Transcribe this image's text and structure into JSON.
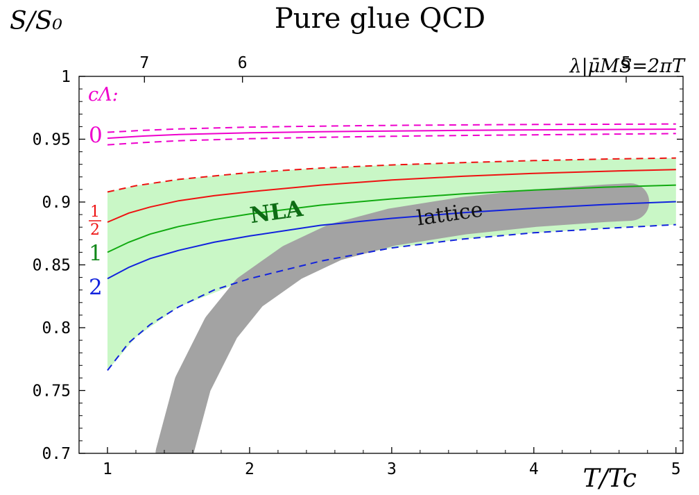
{
  "chart_data": {
    "type": "line",
    "title": "Pure glue QCD",
    "ylabel": "S/S₀",
    "xlabel": "T/Tc",
    "top_axis_label": "λ|μ̄MS=2πT",
    "xlim": [
      0.8,
      5.05
    ],
    "ylim": [
      0.7,
      1.0
    ],
    "x_ticks": [
      1,
      2,
      3,
      4,
      5
    ],
    "y_ticks": [
      0.7,
      0.75,
      0.8,
      0.85,
      0.9,
      0.95,
      1
    ],
    "y_tick_labels": [
      "0.7",
      "0.75",
      "0.8",
      "0.85",
      "0.9",
      "0.95",
      "1"
    ],
    "top_ticks": [
      {
        "label": "7",
        "x": 1.26
      },
      {
        "label": "6",
        "x": 1.95
      },
      {
        "label": "5",
        "x": 4.65
      }
    ],
    "legend_title": "cΛ:",
    "series": [
      {
        "name": "0",
        "color": "#ee00cc",
        "style": "solid",
        "x": [
          1.0,
          1.25,
          1.5,
          2.0,
          2.5,
          3.0,
          3.5,
          4.0,
          4.5,
          5.0
        ],
        "values": [
          0.9508,
          0.9525,
          0.9537,
          0.9551,
          0.9559,
          0.9565,
          0.957,
          0.9574,
          0.9577,
          0.958
        ]
      },
      {
        "name": "0 upper",
        "color": "#ee00cc",
        "style": "dashed",
        "x": [
          1.0,
          1.25,
          1.5,
          2.0,
          2.5,
          3.0,
          3.5,
          4.0,
          4.5,
          5.0
        ],
        "values": [
          0.9555,
          0.957,
          0.9582,
          0.9596,
          0.9604,
          0.961,
          0.9614,
          0.9617,
          0.9619,
          0.9621
        ]
      },
      {
        "name": "0 lower",
        "color": "#ee00cc",
        "style": "dashed",
        "x": [
          1.0,
          1.25,
          1.5,
          2.0,
          2.5,
          3.0,
          3.5,
          4.0,
          4.5,
          5.0
        ],
        "values": [
          0.9455,
          0.9473,
          0.9488,
          0.9504,
          0.9515,
          0.9523,
          0.953,
          0.9535,
          0.954,
          0.9545
        ]
      },
      {
        "name": "1/2",
        "color": "#ee1111",
        "style": "solid",
        "x": [
          1.0,
          1.15,
          1.3,
          1.5,
          1.75,
          2.0,
          2.5,
          3.0,
          3.5,
          4.0,
          4.5,
          5.0
        ],
        "values": [
          0.884,
          0.8912,
          0.896,
          0.901,
          0.905,
          0.9082,
          0.9135,
          0.9175,
          0.9205,
          0.9228,
          0.9245,
          0.9258
        ]
      },
      {
        "name": "1/2 upper",
        "color": "#ee1111",
        "style": "dashed",
        "x": [
          1.0,
          1.2,
          1.5,
          2.0,
          2.5,
          3.0,
          3.5,
          4.0,
          4.5,
          5.0
        ],
        "values": [
          0.908,
          0.913,
          0.918,
          0.9235,
          0.927,
          0.9295,
          0.9314,
          0.933,
          0.9342,
          0.935
        ]
      },
      {
        "name": "1",
        "color": "#11aa11",
        "style": "solid",
        "x": [
          1.0,
          1.15,
          1.3,
          1.5,
          1.75,
          2.0,
          2.5,
          3.0,
          3.5,
          4.0,
          4.5,
          5.0
        ],
        "values": [
          0.86,
          0.868,
          0.8745,
          0.8805,
          0.886,
          0.8905,
          0.8975,
          0.9025,
          0.9065,
          0.9095,
          0.9118,
          0.9135
        ]
      },
      {
        "name": "2",
        "color": "#1122dd",
        "style": "solid",
        "x": [
          1.0,
          1.15,
          1.3,
          1.5,
          1.75,
          2.0,
          2.5,
          3.0,
          3.5,
          4.0,
          4.5,
          5.0
        ],
        "values": [
          0.839,
          0.848,
          0.855,
          0.8615,
          0.868,
          0.873,
          0.8815,
          0.887,
          0.8915,
          0.895,
          0.898,
          0.9003
        ]
      },
      {
        "name": "2 lower",
        "color": "#1122dd",
        "style": "dashed",
        "x": [
          1.0,
          1.15,
          1.3,
          1.5,
          1.75,
          2.0,
          2.5,
          3.0,
          3.5,
          4.0,
          4.5,
          5.0
        ],
        "values": [
          0.766,
          0.788,
          0.8025,
          0.8165,
          0.83,
          0.839,
          0.853,
          0.8635,
          0.8705,
          0.8755,
          0.879,
          0.882
        ]
      }
    ],
    "band": {
      "name": "NLA",
      "color": "#c9f7c6",
      "x": [
        1.0,
        1.2,
        1.5,
        2.0,
        2.5,
        3.0,
        3.5,
        4.0,
        4.5,
        5.0
      ],
      "upper": [
        0.908,
        0.913,
        0.918,
        0.9235,
        0.927,
        0.9295,
        0.9314,
        0.933,
        0.9342,
        0.935
      ],
      "lower": [
        0.766,
        0.7925,
        0.8165,
        0.839,
        0.853,
        0.8635,
        0.8705,
        0.8755,
        0.879,
        0.882
      ]
    },
    "lattice": {
      "label": "lattice",
      "color": "#a3a3a3",
      "x": [
        1.47,
        1.6,
        1.8,
        2.0,
        2.3,
        2.6,
        3.0,
        3.5,
        4.0,
        4.5,
        4.68
      ],
      "values": [
        0.7,
        0.755,
        0.8,
        0.828,
        0.852,
        0.868,
        0.88,
        0.889,
        0.895,
        0.899,
        0.9
      ]
    },
    "labels": {
      "nla": "NLA",
      "c0": "0",
      "c_half_num": "1",
      "c_half_den": "2",
      "c1": "1",
      "c2": "2"
    }
  }
}
